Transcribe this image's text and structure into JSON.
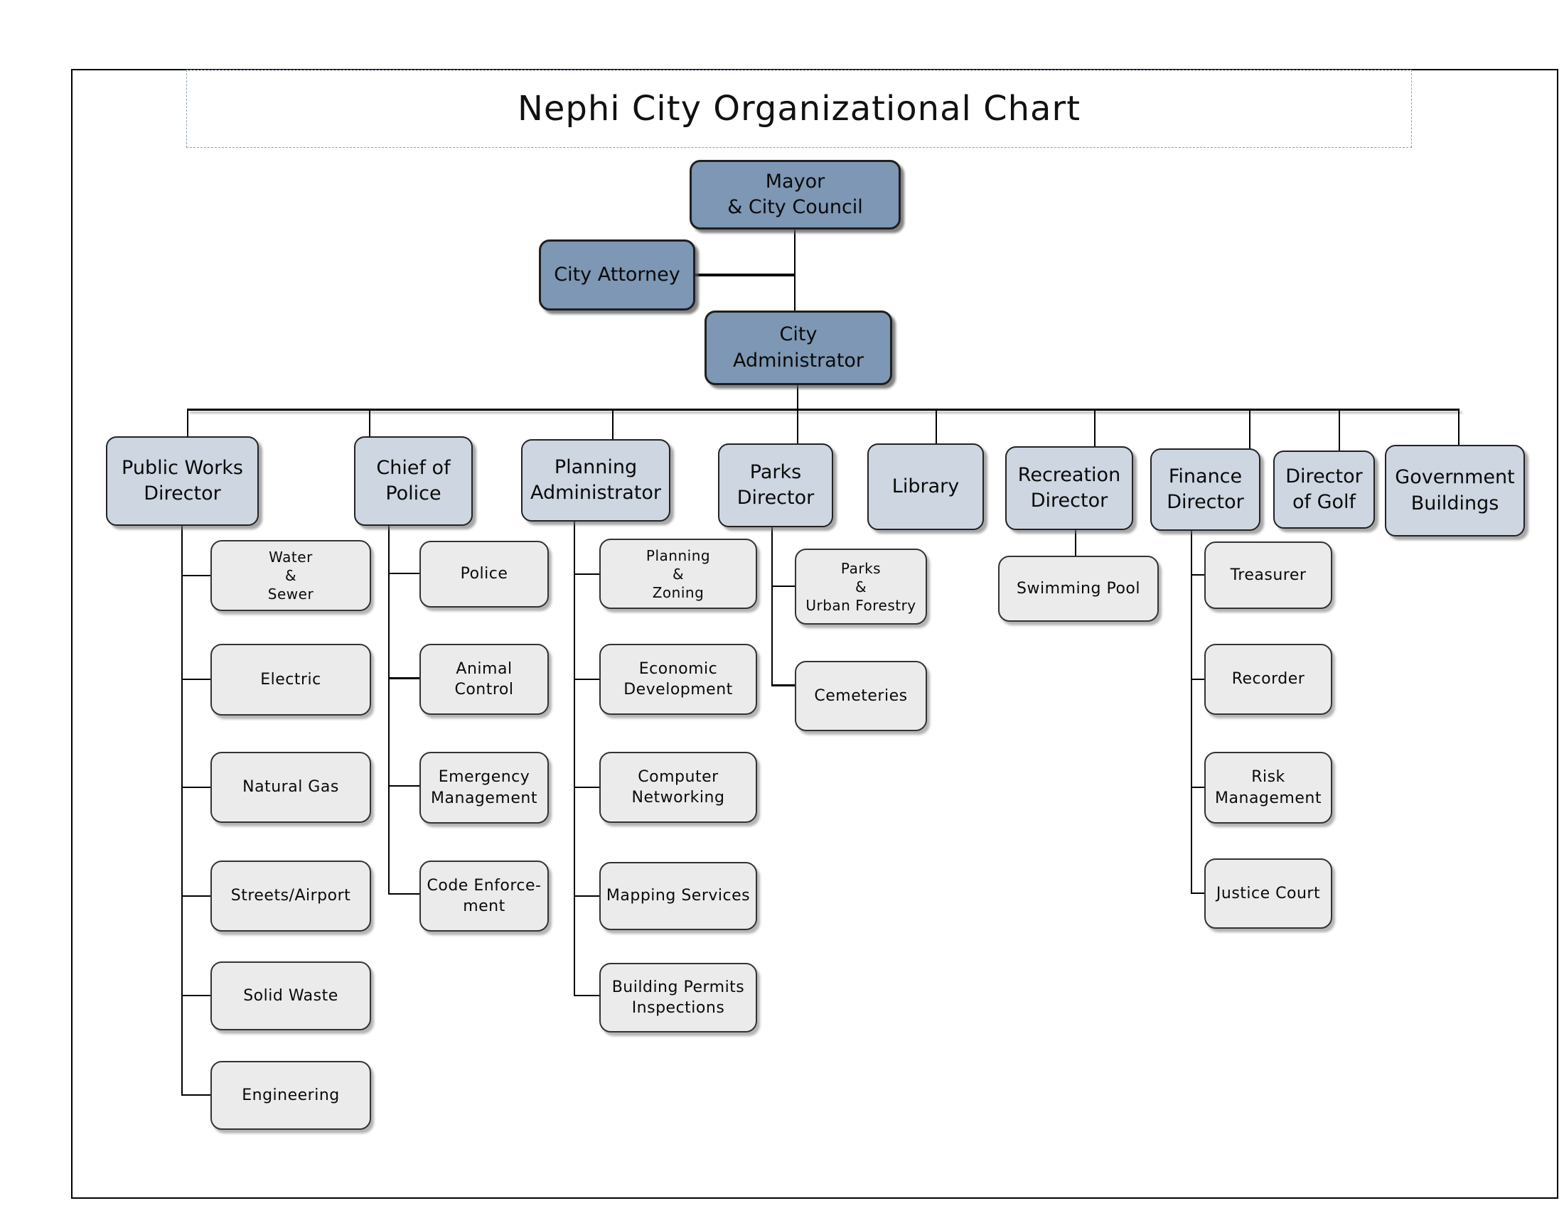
{
  "title": "Nephi City Organizational Chart",
  "palette": {
    "executive_fill": "#7d97b4",
    "director_fill": "#cdd6e1",
    "unit_fill": "#ebebeb",
    "connector": "#000000",
    "title_border": "#8aa0ba"
  },
  "nodes": {
    "mayor": "Mayor\n& City Council",
    "city_attorney": "City Attorney",
    "city_administrator": "City\nAdministrator",
    "public_works_director": "Public Works\nDirector",
    "chief_of_police": "Chief of\nPolice",
    "planning_administrator": "Planning\nAdministrator",
    "parks_director": "Parks\nDirector",
    "library": "Library",
    "recreation_director": "Recreation\nDirector",
    "finance_director": "Finance\nDirector",
    "director_of_golf": "Director\nof Golf",
    "government_buildings": "Government\nBuildings",
    "water_sewer": "Water\n&\nSewer",
    "electric": "Electric",
    "natural_gas": "Natural Gas",
    "streets_airport": "Streets/Airport",
    "solid_waste": "Solid Waste",
    "engineering": "Engineering",
    "police": "Police",
    "animal_control": "Animal\nControl",
    "emergency_management": "Emergency\nManagement",
    "code_enforcement": "Code Enforce-\nment",
    "planning_zoning": "Planning\n&\nZoning",
    "economic_development": "Economic\nDevelopment",
    "computer_networking": "Computer\nNetworking",
    "mapping_services": "Mapping Services",
    "building_permits_inspections": "Building Permits\nInspections",
    "parks_urban_forestry": "Parks\n&\nUrban Forestry",
    "cemeteries": "Cemeteries",
    "swimming_pool": "Swimming Pool",
    "treasurer": "Treasurer",
    "recorder": "Recorder",
    "risk_management": "Risk\nManagement",
    "justice_court": "Justice Court"
  }
}
